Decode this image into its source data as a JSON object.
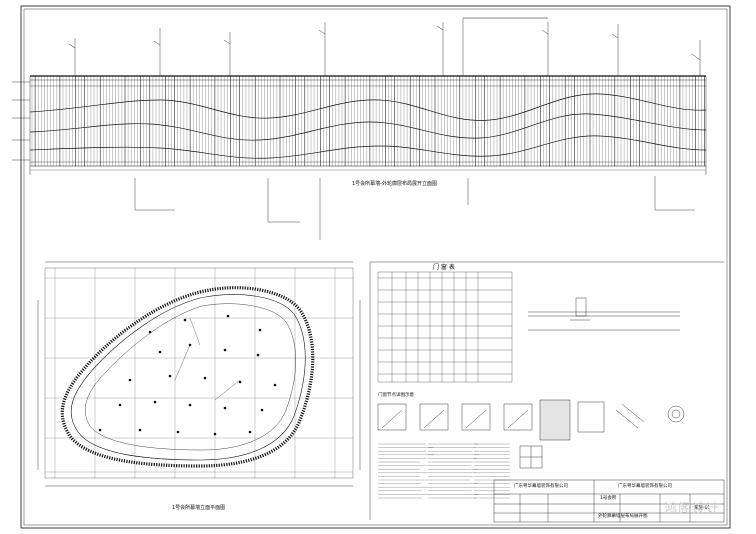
{
  "drawing": {
    "elevation_caption": "1号会所幕墙-外轮廓层布局展开立面图",
    "plan_caption": "1号会所幕墙立面平面图",
    "schedule_title": "门 窗 表",
    "detail_caption": "门窗节点详图示意",
    "watermark": "鸿阁设计"
  },
  "title_block": {
    "company_left": "广东粤华幕墙装饰有限公司",
    "company_right": "广东粤华幕墙装饰有限公司",
    "project": "1号会所",
    "sheet_title": "外轮廓幕墙层布局展开图",
    "sheet_no": "幕施-01"
  }
}
